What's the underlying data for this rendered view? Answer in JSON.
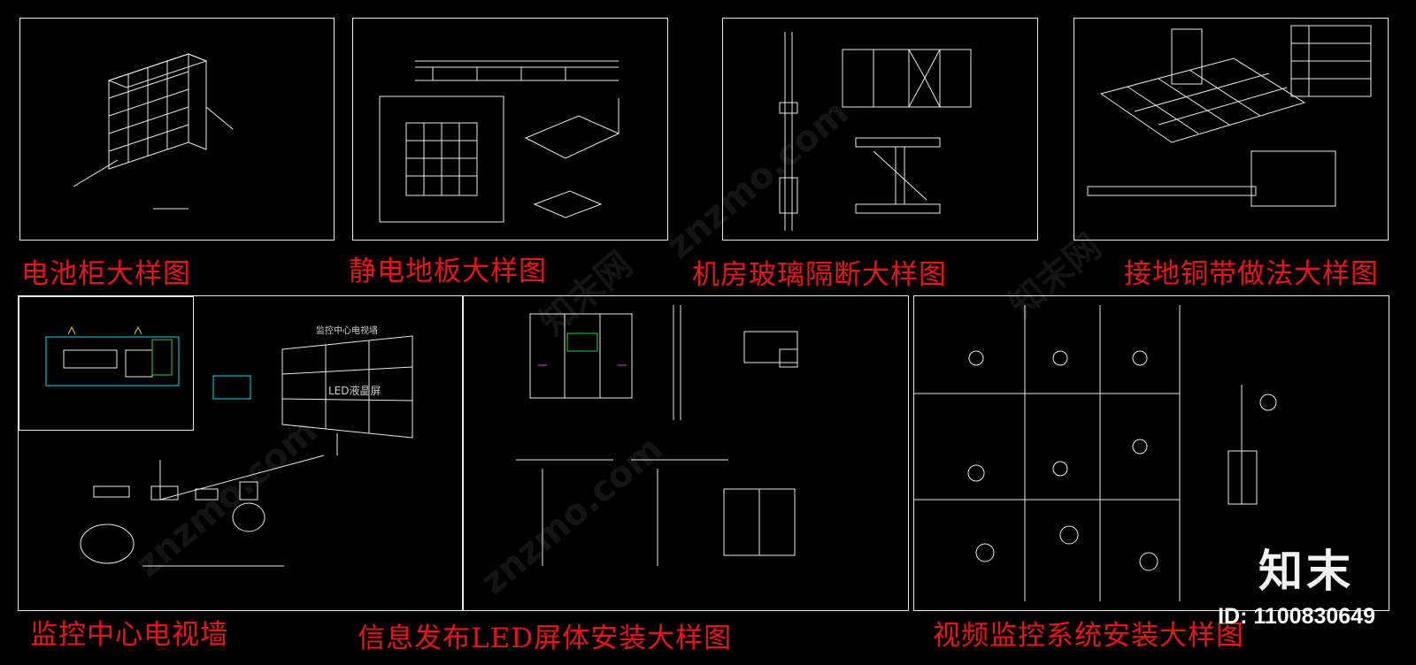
{
  "captions": {
    "battery_cabinet": "电池柜大样图",
    "antistatic_floor": "静电地板大样图",
    "glass_partition": "机房玻璃隔断大样图",
    "grounding_copper": "接地铜带做法大样图",
    "tv_wall": "监控中心电视墙",
    "led_screen": "信息发布LED屏体安装大样图",
    "video_surveillance": "视频监控系统安装大样图"
  },
  "drawing_labels": {
    "tv_wall_title": "监控中心电视墙",
    "led_panel": "LED液晶屏"
  },
  "watermark": {
    "site": "znzmo.com",
    "cn": "知末网"
  },
  "brand": {
    "logo": "知末",
    "id": "ID: 1100830649"
  },
  "colors": {
    "caption": "#e8141a",
    "line": "#e8e8e8",
    "accent_green": "#2ecc40",
    "accent_cyan": "#19d3e6",
    "accent_magenta": "#e040e0",
    "accent_yellow": "#f0c020"
  }
}
